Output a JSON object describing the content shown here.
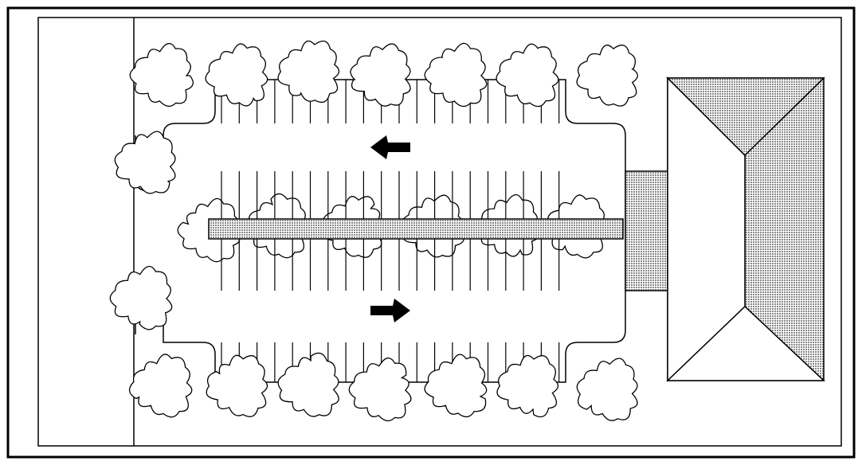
{
  "diagram": {
    "type": "site-plan",
    "subject": "parking-lot",
    "flow_arrows": [
      "left",
      "right"
    ]
  },
  "colors": {
    "line": "#000000",
    "background": "#ffffff",
    "shaded": "#bdbdbd"
  }
}
